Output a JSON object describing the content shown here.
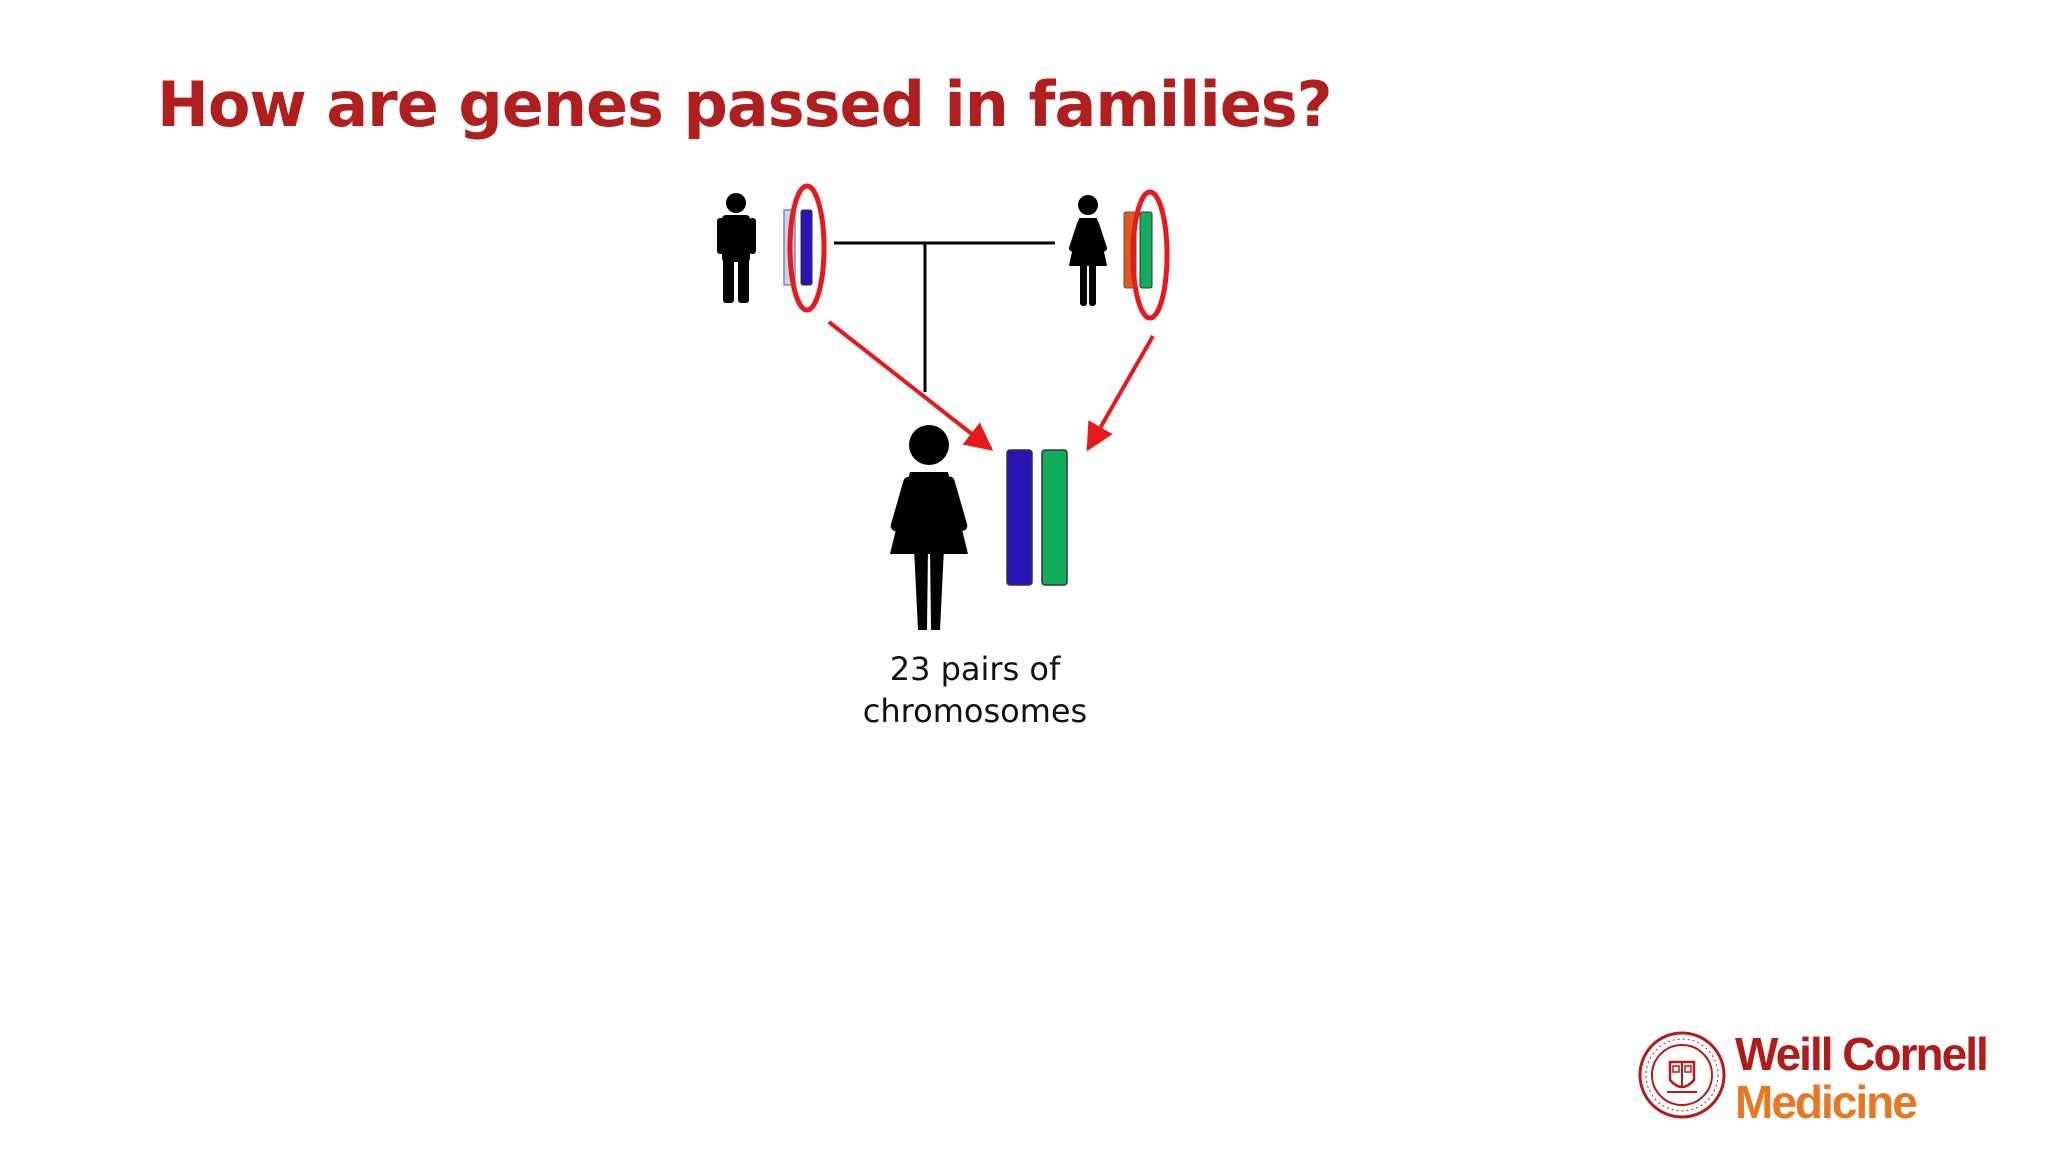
{
  "slide": {
    "title": "How are genes passed in families?",
    "caption_line1": "23 pairs of",
    "caption_line2": "chromosomes"
  },
  "logo": {
    "line1": "Weill Cornell",
    "line2": "Medicine"
  },
  "colors": {
    "title_red": "#b01e1e",
    "arrow_red": "#e8191b",
    "chromosome_blue": "#2a14b6",
    "chromosome_green": "#12ad5a",
    "chromosome_light_blue": "#c8d4f0",
    "chromosome_orange": "#e05a20",
    "logo_red": "#b31b1b",
    "logo_orange": "#e87722"
  },
  "icons": [
    "father-icon",
    "mother-icon",
    "daughter-icon",
    "cornell-seal-icon"
  ]
}
